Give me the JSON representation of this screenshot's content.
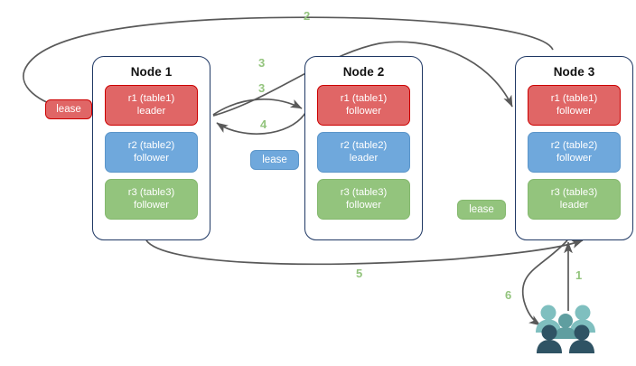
{
  "diagram": {
    "title": "Raft multi-raft lease diagram",
    "colors": {
      "red": "#e06666",
      "red_border": "#cc0000",
      "blue": "#6fa8dc",
      "blue_border": "#5b95c9",
      "green": "#93c47d",
      "green_border": "#84b86e",
      "node_border": "#1f3864",
      "arrow": "#595959",
      "step_label": "#93c47d",
      "client_light": "#7fbfbf",
      "client_mid": "#5f9ea0",
      "client_dark": "#2f5364"
    },
    "nodes": [
      {
        "title": "Node 1",
        "replicas": [
          {
            "name": "r1 (table1)",
            "role": "leader",
            "color": "red"
          },
          {
            "name": "r2 (table2)",
            "role": "follower",
            "color": "blue"
          },
          {
            "name": "r3 (table3)",
            "role": "follower",
            "color": "green"
          }
        ]
      },
      {
        "title": "Node 2",
        "replicas": [
          {
            "name": "r1 (table1)",
            "role": "follower",
            "color": "red"
          },
          {
            "name": "r2 (table2)",
            "role": "leader",
            "color": "blue"
          },
          {
            "name": "r3 (table3)",
            "role": "follower",
            "color": "green"
          }
        ]
      },
      {
        "title": "Node 3",
        "replicas": [
          {
            "name": "r1 (table1)",
            "role": "follower",
            "color": "red"
          },
          {
            "name": "r2 (table2)",
            "role": "follower",
            "color": "blue"
          },
          {
            "name": "r3 (table3)",
            "role": "leader",
            "color": "green"
          }
        ]
      }
    ],
    "leases": [
      {
        "label": "lease",
        "color": "red"
      },
      {
        "label": "lease",
        "color": "blue"
      },
      {
        "label": "lease",
        "color": "green"
      }
    ],
    "steps": [
      {
        "label": "1"
      },
      {
        "label": "2"
      },
      {
        "label": "3"
      },
      {
        "label": "3"
      },
      {
        "label": "4"
      },
      {
        "label": "5"
      },
      {
        "label": "6"
      }
    ],
    "client": {
      "name": "users-icon",
      "people": 6
    }
  }
}
